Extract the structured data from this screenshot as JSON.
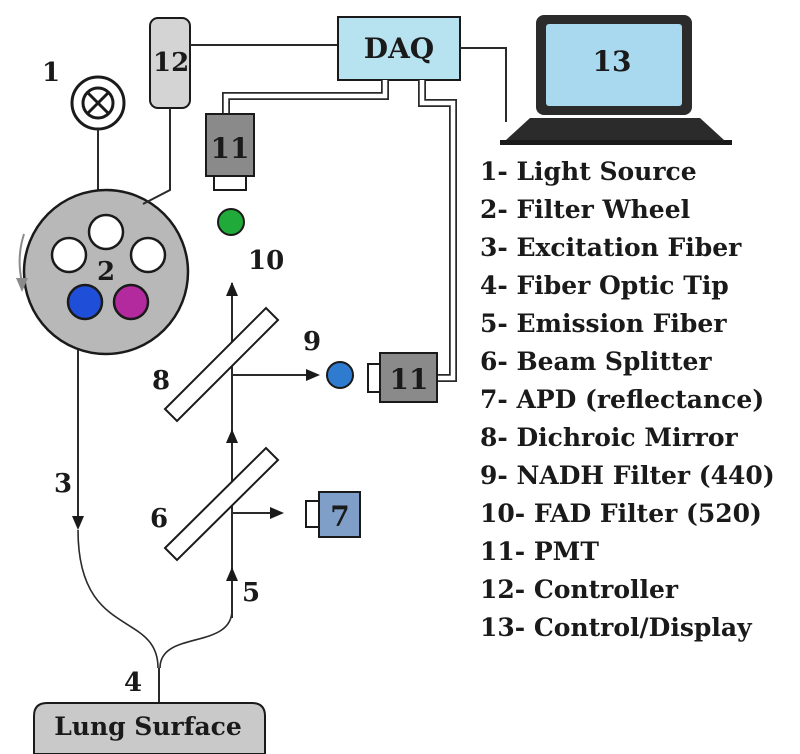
{
  "components": {
    "light_source": {
      "number": "1"
    },
    "filter_wheel": {
      "number": "2"
    },
    "excitation_fiber": {
      "number": "3"
    },
    "fiber_optic_tip": {
      "number": "4"
    },
    "emission_fiber": {
      "number": "5"
    },
    "beam_splitter": {
      "number": "6"
    },
    "apd": {
      "number": "7"
    },
    "dichroic_mirror": {
      "number": "8"
    },
    "nadh_filter": {
      "number": "9"
    },
    "fad_filter": {
      "number": "10"
    },
    "pmt_top": {
      "number": "11"
    },
    "pmt_right": {
      "number": "11"
    },
    "controller": {
      "number": "12"
    },
    "computer": {
      "number": "13"
    }
  },
  "daq": {
    "label": "DAQ"
  },
  "lung": {
    "label": "Lung Surface"
  },
  "legend": [
    "1- Light Source",
    "2- Filter Wheel",
    "3- Excitation Fiber",
    "4- Fiber Optic Tip",
    "5- Emission Fiber",
    "6- Beam Splitter",
    "7- APD (reflectance)",
    "8- Dichroic Mirror",
    "9- NADH Filter (440)",
    "10- FAD Filter (520)",
    "11- PMT",
    "12- Controller",
    "13- Control/Display"
  ],
  "colors": {
    "daq_fill": "#b7e3f0",
    "pmt_fill": "#8a8a8a",
    "controller_fill": "#d4d4d4",
    "wheel_fill": "#b8b8b8",
    "apd_fill": "#7f9fc8",
    "lung_fill": "#c9c9c9",
    "filter_blue": "#1f4fd8",
    "filter_magenta": "#b32a9e",
    "nadh_filter": "#2e7bd0",
    "fad_filter": "#1faa3a",
    "screen_fill": "#a9d9ef"
  }
}
